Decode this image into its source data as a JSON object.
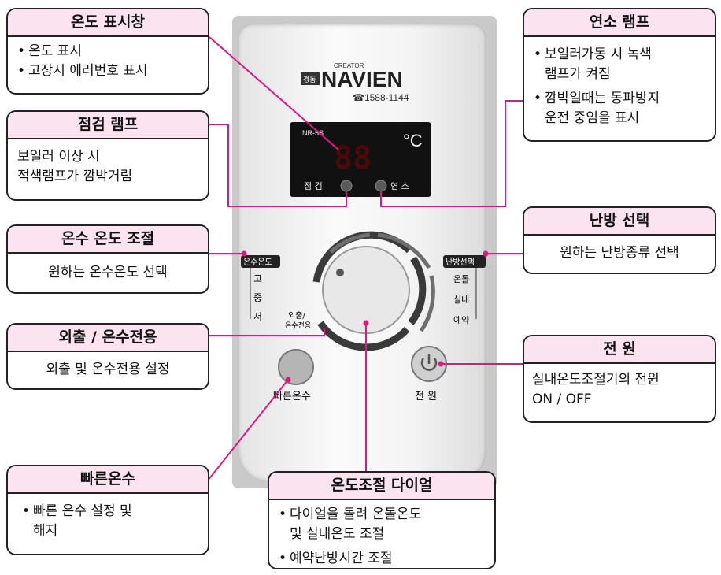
{
  "callouts": {
    "display": {
      "title": "온도 표시창",
      "lines": [
        "온도 표시",
        "고장시 에러번호 표시"
      ]
    },
    "check_lamp": {
      "title": "점검 램프",
      "lines": [
        "보일러 이상 시",
        "적색램프가 깜박거림"
      ]
    },
    "water_temp": {
      "title": "온수 온도 조절",
      "text": "원하는 온수온도 선택"
    },
    "outing": {
      "title": "외출 / 온수전용",
      "text": "외출 및 온수전용 설정"
    },
    "quick_hot": {
      "title": "빠른온수",
      "lines": [
        "빠른 온수 설정 및",
        "해지"
      ]
    },
    "combustion": {
      "title": "연소 램프",
      "lines": [
        "보일러가동 시 녹색",
        "램프가 켜짐",
        "깜박일때는 동파방지",
        "운전 중임을 표시"
      ]
    },
    "heating": {
      "title": "난방 선택",
      "text": "원하는 난방종류 선택"
    },
    "power": {
      "title": "전 원",
      "lines": [
        "실내온도조절기의 전원",
        "ON / OFF"
      ]
    },
    "dial": {
      "title": "온도조절 다이얼",
      "lines": [
        "다이얼을 돌려 온돌온도",
        "및 실내온도 조절",
        "예약난방시간 조절"
      ]
    }
  },
  "device": {
    "creator": "CREATOR",
    "brand_tag": "경동",
    "brand": "NAVIEN",
    "phone": "☎1588-1144",
    "model": "NR-5S",
    "display_value": "88",
    "unit": "°C",
    "check_label": "점 검",
    "combust_label": "연 소",
    "water_temp_tag": "온수온도",
    "water_levels": [
      "고",
      "중",
      "저"
    ],
    "outing_label_1": "외출/",
    "outing_label_2": "온수전용",
    "heating_tag": "난방선택",
    "heating_modes": [
      "온돌",
      "실내",
      "예약"
    ],
    "quick_label": "빠른온수",
    "power_label": "전 원"
  },
  "colors": {
    "leader": "#e0177f",
    "header_fill": "#fbe4ef",
    "lamp_off": "#5a5a5a",
    "power_button": "#cfcfcf",
    "quick_button": "#b5b5b5",
    "display_bg": "#111111",
    "display_digits": "#4a0a0a"
  }
}
